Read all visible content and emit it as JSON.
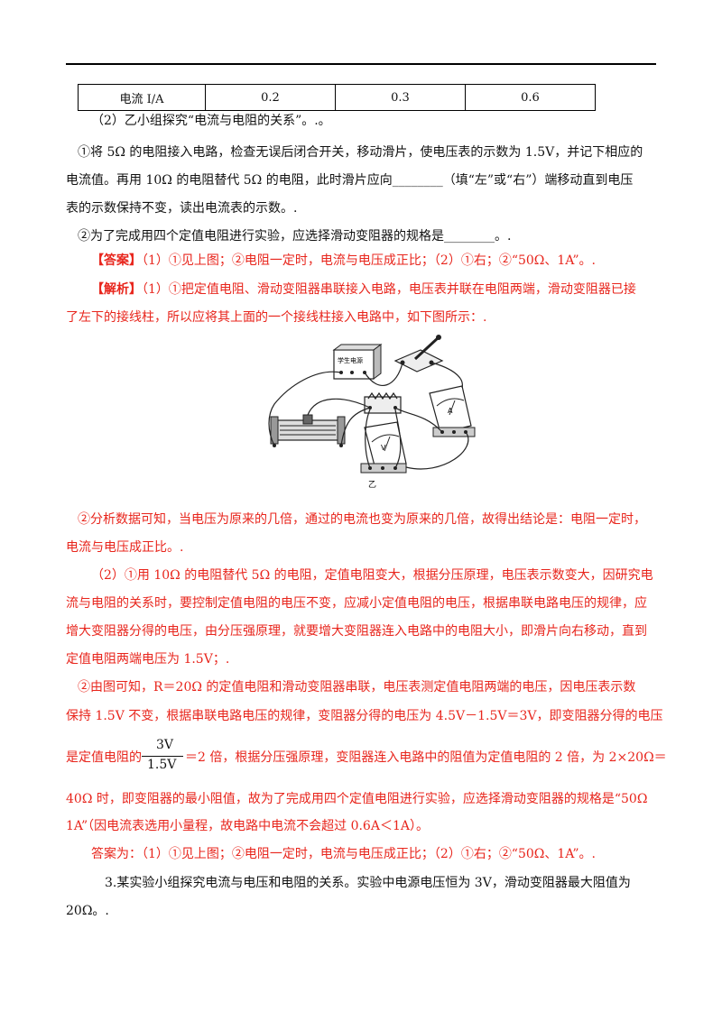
{
  "table": {
    "header": "电流 I/A",
    "values": [
      "0.2",
      "0.3",
      "0.6"
    ]
  },
  "q2_intro": "（2）乙小组探究“电流与电阻的关系”。.。",
  "q2_1_line1": "①将 5Ω 的电阻接入电路，检查无误后闭合开关，移动滑片，使电压表的示数为 1.5V，并记下相应的",
  "q2_1_line2": "电流值。再用 10Ω 的电阻替代 5Ω 的电阻，此时滑片应向________（填“左”或“右”）端移动直到电压",
  "q2_1_line3": "表的示数保持不变，读出电流表的示数。.",
  "q2_2": "②为了完成用四个定值电阻进行实验，应选择滑动变阻器的规格是________。.",
  "answer_tag": "【答案】",
  "answer_text": "（1）①见上图；②电阻一定时，电流与电压成正比；（2）①右；②“50Ω、1A”。.",
  "analysis_tag": "【解析】",
  "analysis_line1": "（1）①把定值电阻、滑动变阻器串联接入电路，电压表并联在电阻两端，滑动变阻器已接",
  "analysis_line2": "了左下的接线柱，所以应将其上面的一个接线柱接入电路中，如下图所示：.",
  "figure": {
    "power_label": "学生电源",
    "ammeter_label": "A",
    "voltmeter_label": "V",
    "caption": "乙"
  },
  "p_analysis2_line1": "②分析数据可知，当电压为原来的几倍，通过的电流也变为原来的几倍，故得出结论是：电阻一定时，",
  "p_analysis2_line2": "电流与电压成正比。.",
  "p_q2a_line1": "（2）①用 10Ω 的电阻替代 5Ω 的电阻，定值电阻变大，根据分压原理，电压表示数变大，因研究电",
  "p_q2a_line2": "流与电阻的关系时，要控制定值电阻的电压不变，应减小定值电阻的电压，根据串联电路电压的规律，应",
  "p_q2a_line3": "增大变阻器分得的电压，由分压强原理，就要增大变阻器连入电路中的电阻大小，即滑片向右移动，直到",
  "p_q2a_line4": "定值电阻两端电压为 1.5V；.",
  "p_q2b_line1": "②由图可知，R＝20Ω 的定值电阻和滑动变阻器串联，电压表测定值电阻两端的电压，因电压表示数",
  "p_q2b_line2": "保持 1.5V 不变，根据串联电路电压的规律，变阻器分得的电压为 4.5V－1.5V＝3V，即变阻器分得的电压",
  "p_q2b_line3_pre": "是定值电阻的",
  "frac_num": "3V",
  "frac_den": "1.5V",
  "p_q2b_line3_post": "＝2 倍，根据分压强原理，变阻器连入电路中的阻值为定值电阻的 2 倍，为 2×20Ω＝",
  "p_q2b_line4": "40Ω 时，即变阻器的最小阻值，故为了完成用四个定值电阻进行实验，应选择滑动变阻器的规格是“50Ω",
  "p_q2b_line5": "1A”（因电流表选用小量程，故电路中电流不会超过 0.6A＜1A）。",
  "final_answer": "答案为：（1）①见上图；②电阻一定时，电流与电压成正比；（2）①右；②“50Ω、1A”。.",
  "q3_line1": "3.某实验小组探究电流与电压和电阻的关系。实验中电源电压恒为 3V，滑动变阻器最大阻值为",
  "q3_line2": "20Ω。.",
  "colors": {
    "answer_red": "#e8251c",
    "text": "#111111"
  }
}
